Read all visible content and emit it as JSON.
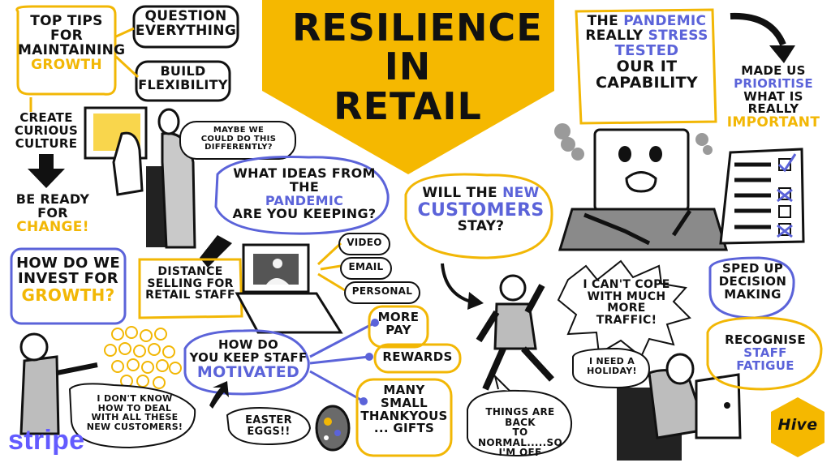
{
  "title": "RESILIENCE\nIN\nRETAIL",
  "top_tips": {
    "line1": "TOP TIPS\nFOR\nMAINTAINING",
    "growth": "GROWTH"
  },
  "question_everything": "QUESTION\nEVERYTHING",
  "build_flexibility": "BUILD\nFLEXIBILITY",
  "create_curious_culture": "CREATE\nCURIOUS\nCULTURE",
  "be_ready": {
    "line1": "BE READY\nFOR",
    "change": "CHANGE!"
  },
  "maybe_differently": "MAYBE WE\nCOULD DO THIS\nDIFFERENTLY?",
  "what_ideas": {
    "line1": "WHAT IDEAS FROM\nTHE",
    "pandemic": "PANDEMIC",
    "line3": "ARE YOU KEEPING?"
  },
  "distance_selling": "DISTANCE\nSELLING FOR\nRETAIL STAFF",
  "channels": [
    "VIDEO",
    "EMAIL",
    "PERSONAL"
  ],
  "invest": {
    "line1": "HOW DO WE\nINVEST FOR",
    "growth": "GROWTH?"
  },
  "motivated": {
    "line1": "HOW DO\nYOU KEEP STAFF",
    "motivated": "MOTIVATED"
  },
  "rewards": [
    "MORE\nPAY",
    "REWARDS",
    "MANY\nSMALL\nTHANKYOUS\n... GIFTS"
  ],
  "dont_know": "I DON'T KNOW\nHOW TO DEAL\nWITH ALL THESE\nNEW CUSTOMERS!",
  "easter_eggs": "EASTER\nEGGS!!",
  "stripe_logo": "stripe",
  "new_customers": {
    "will": "WILL THE",
    "new": "NEW",
    "customers": "CUSTOMERS",
    "stay": "STAY?"
  },
  "pandemic_stress": {
    "the": "THE",
    "pandemic": "PANDEMIC",
    "really": "REALLY",
    "stress": "STRESS",
    "tested": "TESTED",
    "rest": "OUR IT\nCAPABILITY"
  },
  "prioritise": {
    "made": "MADE US",
    "prioritise": "PRIORITISE",
    "what": "WHAT IS\nREALLY",
    "important": "IMPORTANT"
  },
  "cant_cope": "I CAN'T COPE\nWITH MUCH\nMORE\nTRAFFIC!",
  "sped_up": "SPED UP\nDECISION\nMAKING",
  "need_holiday": "I NEED A\nHOLIDAY!",
  "back_to_normal": "THINGS ARE BACK\nTO NORMAL.....SO\nI'M OFF",
  "recognise": {
    "line1": "RECOGNISE",
    "fatigue": "STAFF\nFATIGUE"
  },
  "hive_logo": "Hive",
  "colors": {
    "yellow": "#f2b705",
    "blue": "#5b63d9",
    "ink": "#111111",
    "stripe": "#635bff"
  }
}
